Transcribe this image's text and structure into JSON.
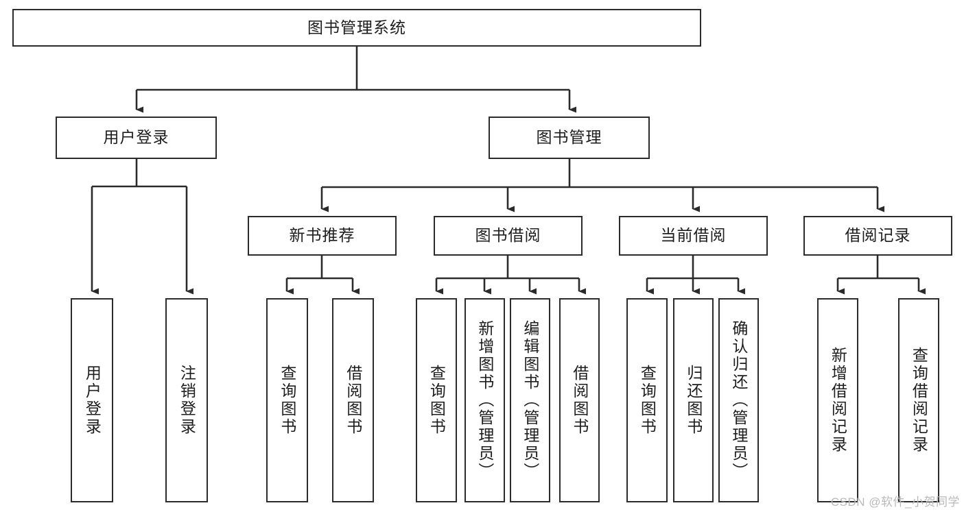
{
  "diagram": {
    "title": "图书管理系统",
    "type": "tree-hierarchy-chart",
    "root": {
      "label": "图书管理系统"
    },
    "level2": [
      {
        "label": "用户登录"
      },
      {
        "label": "图书管理"
      }
    ],
    "level3": [
      {
        "label": "新书推荐"
      },
      {
        "label": "图书借阅"
      },
      {
        "label": "当前借阅"
      },
      {
        "label": "借阅记录"
      }
    ],
    "leaves": [
      {
        "label": "用户登录",
        "parent": "用户登录"
      },
      {
        "label": "注销登录",
        "parent": "用户登录"
      },
      {
        "label": "查询图书",
        "parent": "新书推荐"
      },
      {
        "label": "借阅图书",
        "parent": "新书推荐"
      },
      {
        "label": "查询图书",
        "parent": "图书借阅"
      },
      {
        "label": "新增图书（管理员）",
        "parent": "图书借阅"
      },
      {
        "label": "编辑图书（管理员）",
        "parent": "图书借阅"
      },
      {
        "label": "借阅图书",
        "parent": "图书借阅"
      },
      {
        "label": "查询图书",
        "parent": "当前借阅"
      },
      {
        "label": "归还图书",
        "parent": "当前借阅"
      },
      {
        "label": "确认归还（管理员）",
        "parent": "当前借阅"
      },
      {
        "label": "新增借阅记录",
        "parent": "借阅记录"
      },
      {
        "label": "查询借阅记录",
        "parent": "借阅记录"
      }
    ]
  },
  "watermark": {
    "text": "CSDN @软件_小贺同学"
  },
  "colors": {
    "stroke": "#2b2b2b",
    "fill": "#ffffff",
    "text": "#1d1d1d",
    "watermark": "#b9b9b9"
  }
}
